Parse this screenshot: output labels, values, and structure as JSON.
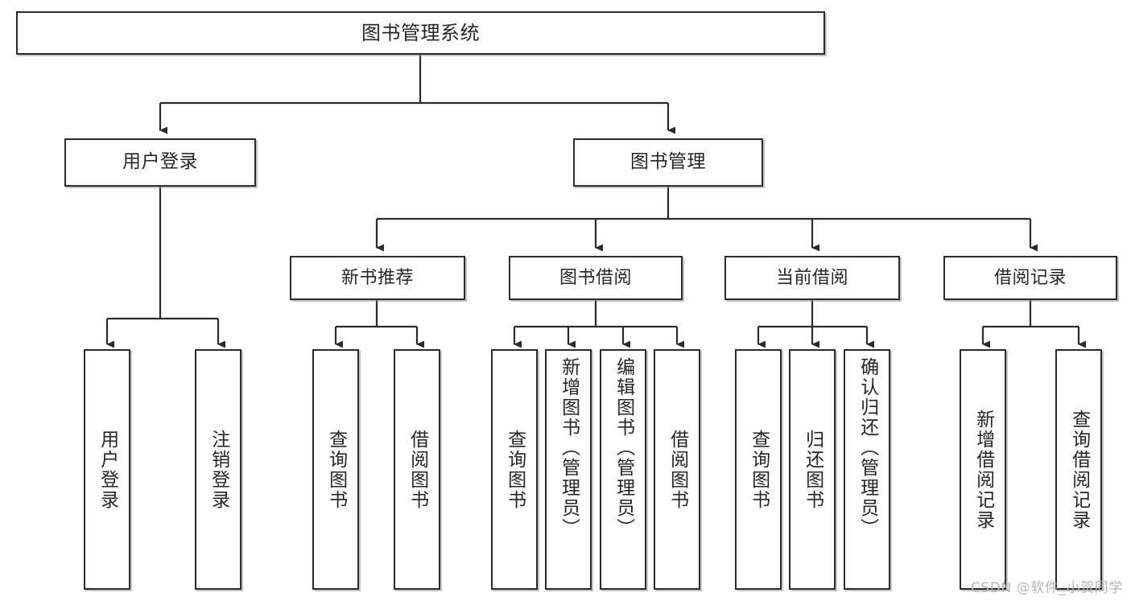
{
  "diagram": {
    "title": "图书管理系统",
    "watermark": "CSDN @软件_小贺同学",
    "colors": {
      "stroke": "#2b2b2b",
      "fill": "#ffffff",
      "text": "#262626",
      "watermark": "#b6b6b6"
    },
    "level1": [
      {
        "label": "用户登录"
      },
      {
        "label": "图书管理"
      }
    ],
    "level2": [
      {
        "label": "新书推荐"
      },
      {
        "label": "图书借阅"
      },
      {
        "label": "当前借阅"
      },
      {
        "label": "借阅记录"
      }
    ],
    "leaves": {
      "user_login": [
        {
          "label": "用户登录"
        },
        {
          "label": "注销登录"
        }
      ],
      "new_book_recommend": [
        {
          "label": "查询图书"
        },
        {
          "label": "借阅图书"
        }
      ],
      "book_borrow": [
        {
          "label": "查询图书"
        },
        {
          "label": "新增图书（管理员）"
        },
        {
          "label": "编辑图书（管理员）"
        },
        {
          "label": "借阅图书"
        }
      ],
      "current_borrow": [
        {
          "label": "查询图书"
        },
        {
          "label": "归还图书"
        },
        {
          "label": "确认归还（管理员）"
        }
      ],
      "borrow_record": [
        {
          "label": "新增借阅记录"
        },
        {
          "label": "查询借阅记录"
        }
      ]
    }
  }
}
